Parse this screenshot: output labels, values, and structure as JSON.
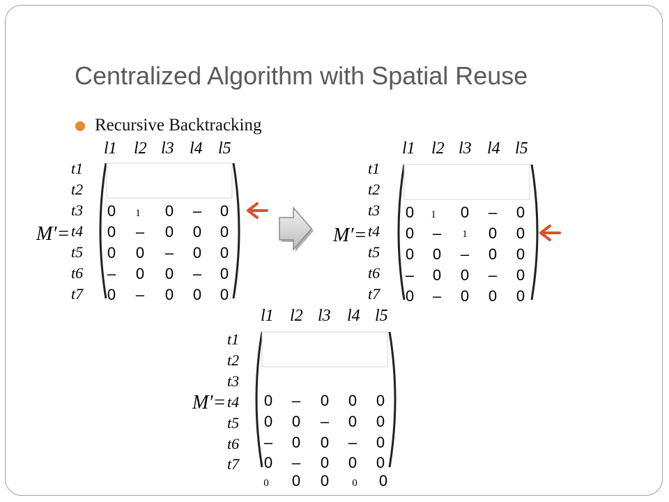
{
  "slide": {
    "title": "Centralized Algorithm with Spatial Reuse",
    "bullets": [
      "Recursive Backtracking"
    ]
  },
  "colors": {
    "title": "#5a5a5a",
    "bullet": "#e8892c",
    "arrow": "#d9532a",
    "border": "#a0a0a0"
  },
  "matrices": [
    {
      "name": "matrix-1",
      "label": "M′=",
      "col_labels": [
        "l1",
        "l2",
        "l3",
        "l4",
        "l5"
      ],
      "row_labels": [
        "t1",
        "t2",
        "t3",
        "t4",
        "t5",
        "t6",
        "t7"
      ],
      "rows": [
        [
          "0",
          "1",
          "0",
          "–",
          "0"
        ],
        [
          "0",
          "–",
          "0",
          "0",
          "0"
        ],
        [
          "0",
          "0",
          "–",
          "0",
          "0"
        ],
        [
          "–",
          "0",
          "0",
          "–",
          "0"
        ],
        [
          "0",
          "–",
          "0",
          "0",
          "0"
        ]
      ]
    },
    {
      "name": "matrix-2",
      "label": "M′=",
      "col_labels": [
        "l1",
        "l2",
        "l3",
        "l4",
        "l5"
      ],
      "row_labels": [
        "t1",
        "t2",
        "t3",
        "t4",
        "t5",
        "t6",
        "t7"
      ],
      "rows": [
        [
          "0",
          "1",
          "0",
          "–",
          "0"
        ],
        [
          "0",
          "–",
          "1",
          "0",
          "0"
        ],
        [
          "0",
          "0",
          "–",
          "0",
          "0"
        ],
        [
          "–",
          "0",
          "0",
          "–",
          "0"
        ],
        [
          "0",
          "–",
          "0",
          "0",
          "0"
        ]
      ]
    },
    {
      "name": "matrix-3",
      "label": "M′=",
      "col_labels": [
        "l1",
        "l2",
        "l3",
        "l4",
        "l5"
      ],
      "row_labels": [
        "t1",
        "t2",
        "t3",
        "t4",
        "t5",
        "t6",
        "t7"
      ],
      "rows": [
        [
          "0",
          "–",
          "0",
          "0",
          "0"
        ],
        [
          "0",
          "0",
          "–",
          "0",
          "0"
        ],
        [
          "–",
          "0",
          "0",
          "–",
          "0"
        ],
        [
          "0",
          "–",
          "0",
          "0",
          "0"
        ]
      ],
      "extra_row": [
        "0",
        "0",
        "0",
        "0",
        "0"
      ]
    }
  ]
}
